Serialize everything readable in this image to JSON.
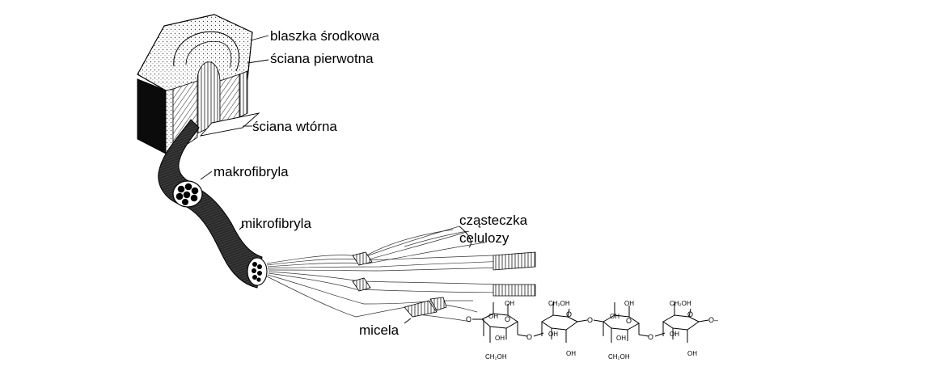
{
  "labels": {
    "middle_lamella": "blaszka środkowa",
    "primary_wall": "ściana pierwotna",
    "secondary_wall": "ściana wtórna",
    "macrofibril": "makrofibryla",
    "microfibril": "mikrofibryla",
    "cellulose_molecule_line1": "cząsteczka",
    "cellulose_molecule_line2": "celulozy",
    "micelle": "micela"
  },
  "chemistry": {
    "hydroxyl": "OH",
    "hydroxymethyl": "CH₂OH",
    "ring_oxygen": "O",
    "chain_end": "O–"
  }
}
